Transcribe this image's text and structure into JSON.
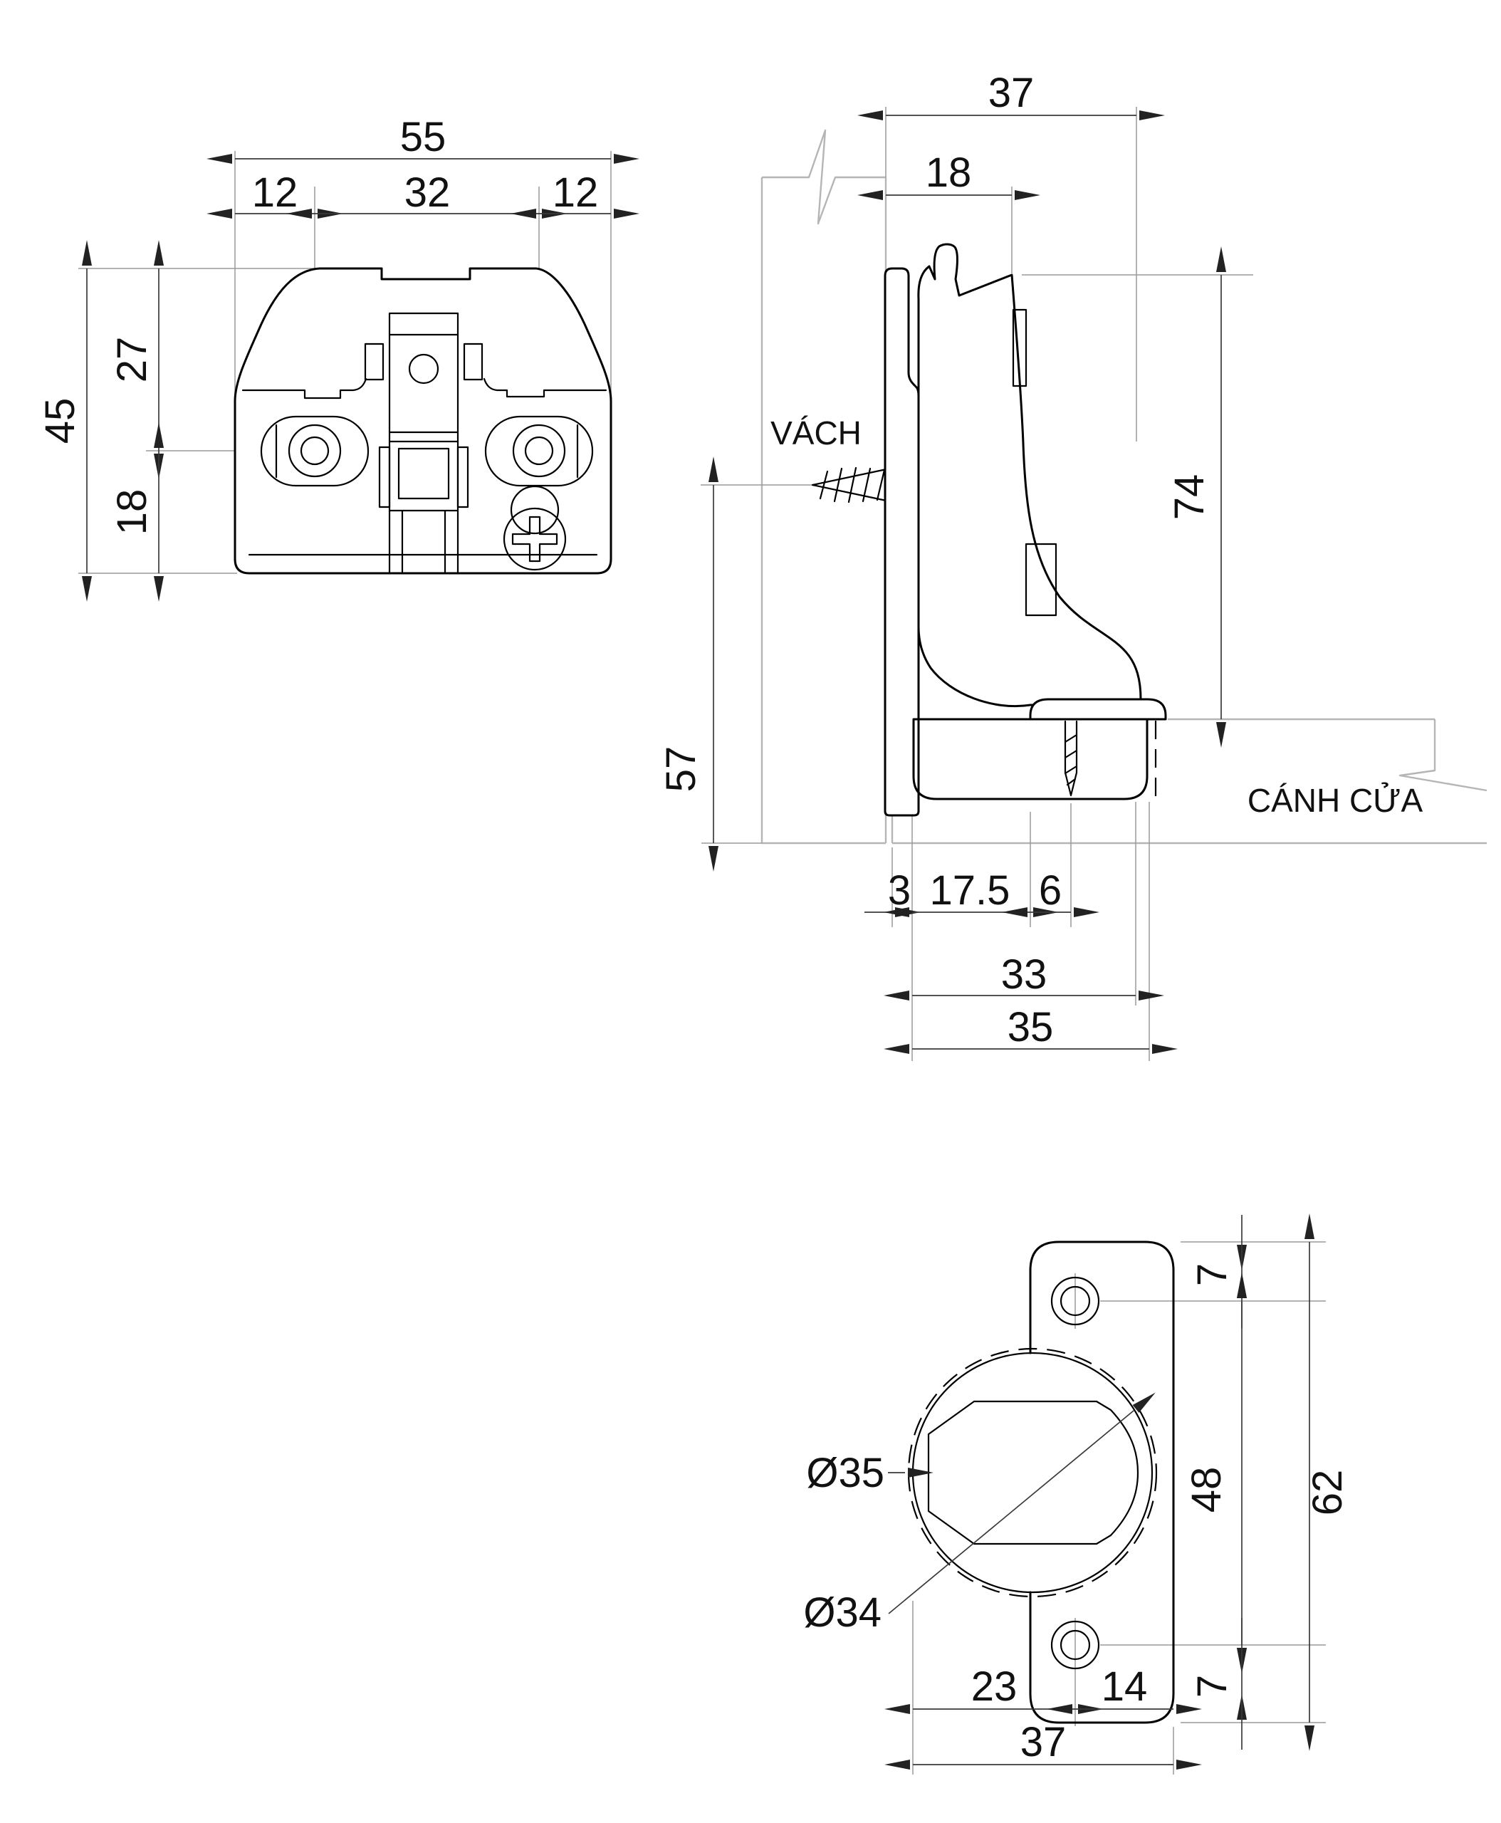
{
  "page": {
    "background": "#ffffff",
    "object_line_color": "#000000",
    "dimension_line_color": "#3a3a3a",
    "extension_line_color": "#9a9a9a",
    "panel_line_color": "#b5b5b5"
  },
  "plate_view": {
    "total_width": "55",
    "offset_left": "12",
    "hole_pitch": "32",
    "offset_right": "12",
    "total_height": "45",
    "top_to_center": "27",
    "center_to_bottom": "18"
  },
  "side_view": {
    "total_depth": "37",
    "base_depth": "18",
    "wall_label": "VÁCH",
    "overall_height": "74",
    "mount_height": "57",
    "door_gap": "3",
    "cup_center_offset": "17.5",
    "screw_offset": "6",
    "cup_back": "33",
    "overlay": "35",
    "door_label": "CÁNH CỬA"
  },
  "cup_view": {
    "top_margin": "7",
    "screw_spacing": "48",
    "plate_height": "62",
    "bottom_margin": "7",
    "drill_diameter": "Ø35",
    "cup_diameter": "Ø34",
    "center_offset": "23",
    "edge_offset": "14",
    "plate_width": "37"
  }
}
